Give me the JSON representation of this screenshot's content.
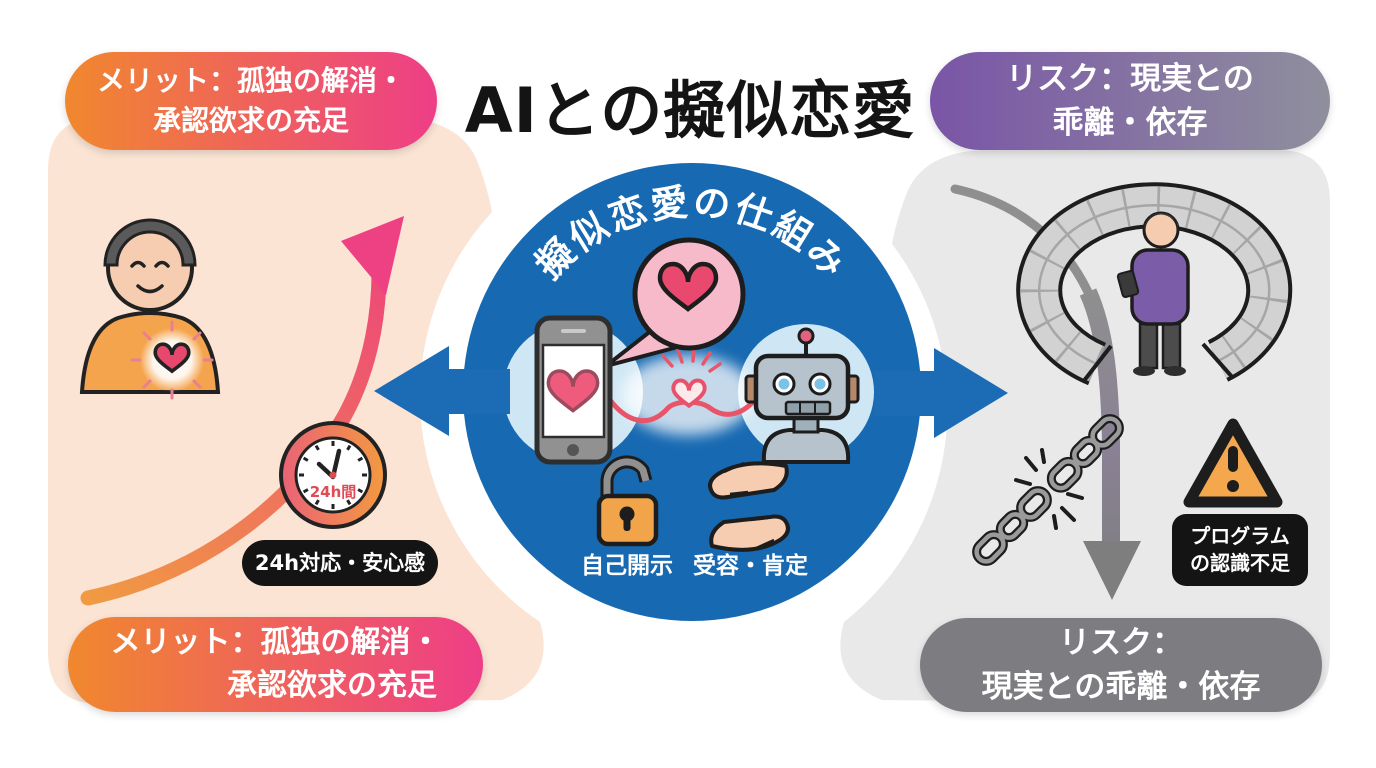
{
  "title": "AIとの擬似恋愛",
  "center_circle": {
    "arc_title": "擬似恋愛の仕組み",
    "label_self_disclosure": "自己開示",
    "label_acceptance": "受容・肯定"
  },
  "merit": {
    "top_badge_line1": "メリット：孤独の解消・",
    "top_badge_line2": "承認欲求の充足",
    "bottom_badge_line1": "メリット：孤独の解消・",
    "bottom_badge_line2": "承認欲求の充足",
    "clock_face_label": "24h間",
    "support_pill": "24h対応・安心感"
  },
  "risk": {
    "top_badge_line1": "リスク：現実との",
    "top_badge_line2": "乖離・依存",
    "bottom_badge_line1": "リスク：",
    "bottom_badge_line2": "現実との乖離・依存",
    "warning_pill_line1": "プログラム",
    "warning_pill_line2": "の認識不足"
  },
  "colors": {
    "merit_gradient_start": "#f0882e",
    "merit_gradient_end": "#ee3e87",
    "risk_gradient_start": "#7a55a7",
    "risk_gradient_end": "#8f8f9d",
    "risk_solid": "#7d7d81",
    "center_blue": "#1769b2",
    "panel_peach": "#fbe4d4",
    "panel_gray": "#e9e9ea",
    "pill_black": "#141414",
    "accent_heart_pink": "#e9486f",
    "warning_orange": "#f5a74e"
  },
  "icons": [
    "person-happy-icon",
    "growth-arrow-icon",
    "clock-icon",
    "smartphone-icon",
    "speech-bubble-icon",
    "heart-icon",
    "robot-icon",
    "open-padlock-icon",
    "caring-hands-icon",
    "brick-wall-icon",
    "person-isolated-icon",
    "broken-chain-icon",
    "warning-triangle-icon",
    "descending-arrow-icon",
    "left-arrow-icon",
    "right-arrow-icon"
  ]
}
